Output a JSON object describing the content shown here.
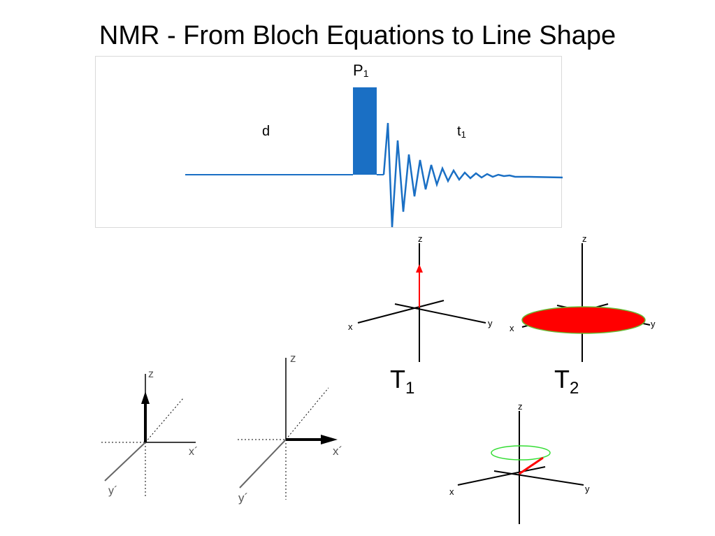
{
  "title": "NMR - From Bloch Equations to Line Shape",
  "pulse_sequence": {
    "delay_label": "d",
    "pulse_label_main": "P",
    "pulse_label_sub": "1",
    "acq_label_main": "t",
    "acq_label_sub": "1"
  },
  "t1_diagram": {
    "z_label": "z",
    "x_label": "x",
    "y_label": "y",
    "caption_main": "T",
    "caption_sub": "1"
  },
  "t2_diagram": {
    "z_label": "z",
    "x_label": "x",
    "y_label": "y",
    "caption_main": "T",
    "caption_sub": "2"
  },
  "precession_diagram": {
    "z_label": "z",
    "x_label": "x",
    "y_label": "y"
  },
  "rotating_frame_1": {
    "z_label": "z",
    "x_label": "x´",
    "y_label": "y´"
  },
  "rotating_frame_2": {
    "z_label": "z",
    "x_label": "x´",
    "y_label": "y´"
  },
  "colors": {
    "pulse_blue": "#1a6fc4",
    "magnetization_red": "#ff0000",
    "precession_green": "#33dd33"
  }
}
